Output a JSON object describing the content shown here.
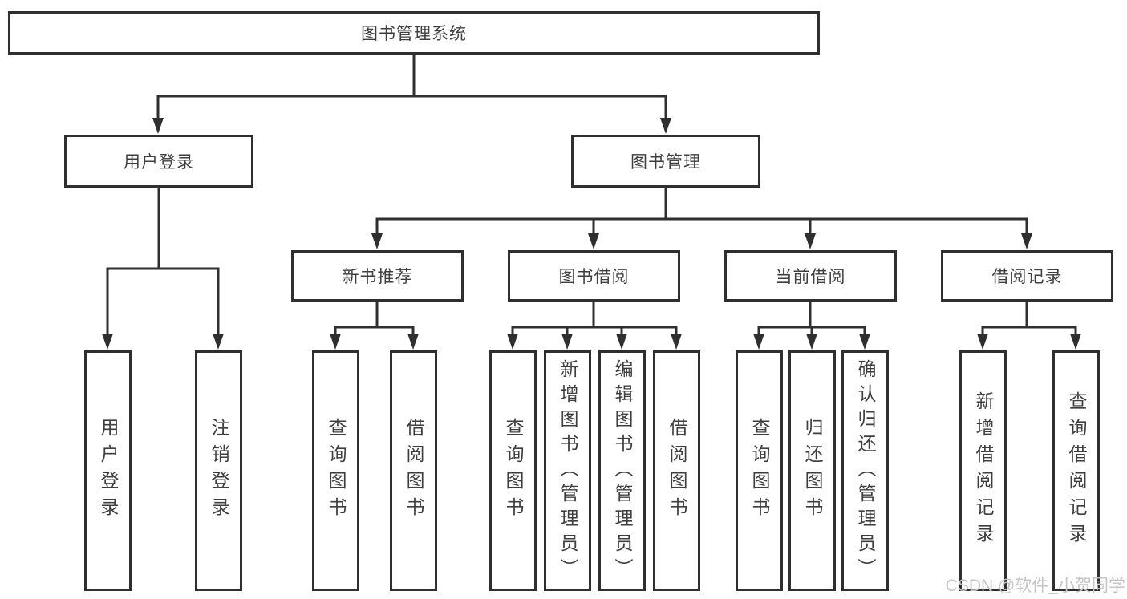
{
  "diagram": {
    "root": {
      "label": "图书管理系统"
    },
    "branches": [
      {
        "label": "用户登录",
        "children": [
          "用户登录",
          "注销登录"
        ]
      },
      {
        "label": "图书管理",
        "children": [
          {
            "label": "新书推荐",
            "children": [
              "查询图书",
              "借阅图书"
            ]
          },
          {
            "label": "图书借阅",
            "children": [
              "查询图书",
              "新增图书（管理员）",
              "编辑图书（管理员）",
              "借阅图书"
            ]
          },
          {
            "label": "当前借阅",
            "children": [
              "查询图书",
              "归还图书",
              "确认归还（管理员）"
            ]
          },
          {
            "label": "借阅记录",
            "children": [
              "新增借阅记录",
              "查询借阅记录"
            ]
          }
        ]
      }
    ]
  },
  "watermark": {
    "text": "CSDN @软件_小贺同学"
  },
  "colors": {
    "line": "#2f2f2f",
    "box_border": "#2f2f2f",
    "text": "#3e3e3e",
    "watermark": "#c6c6c6",
    "background": "#ffffff"
  }
}
